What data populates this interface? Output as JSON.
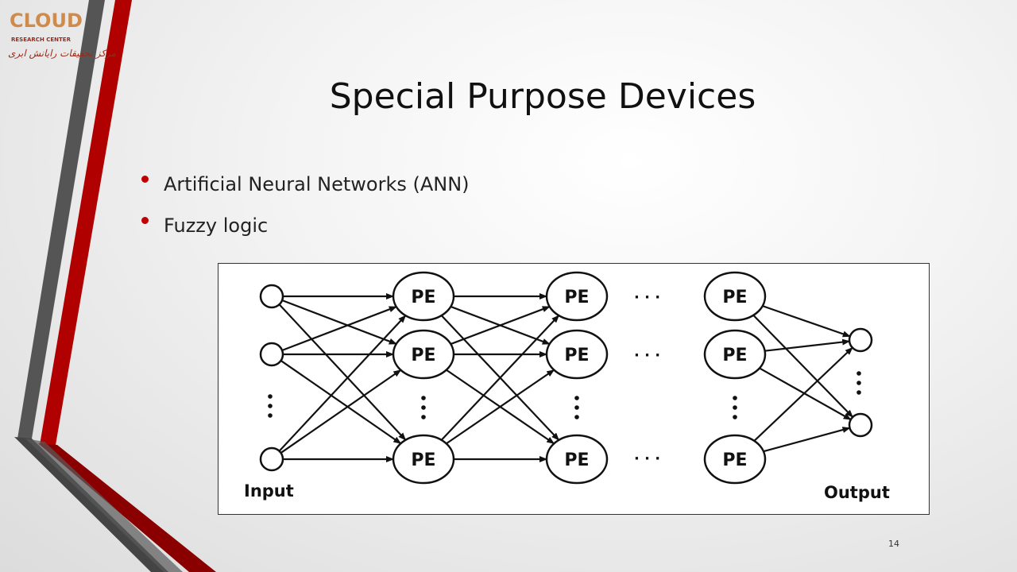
{
  "logo": {
    "word": "CLOUD",
    "subtitle": "RESEARCH CENTER",
    "persian": "مرکز تحقیقات رایانش ابری"
  },
  "slide": {
    "title": "Special Purpose Devices",
    "bullets": [
      "Artificial Neural Networks (ANN)",
      "Fuzzy logic"
    ],
    "page_number": "14"
  },
  "diagram": {
    "node_label": "PE",
    "ellipsis": "· · ·",
    "input_label": "Input",
    "output_label": "Output"
  },
  "colors": {
    "accent_red": "#c00000",
    "stripe_gray": "#5a5a5a",
    "bullet": "#c00000"
  }
}
